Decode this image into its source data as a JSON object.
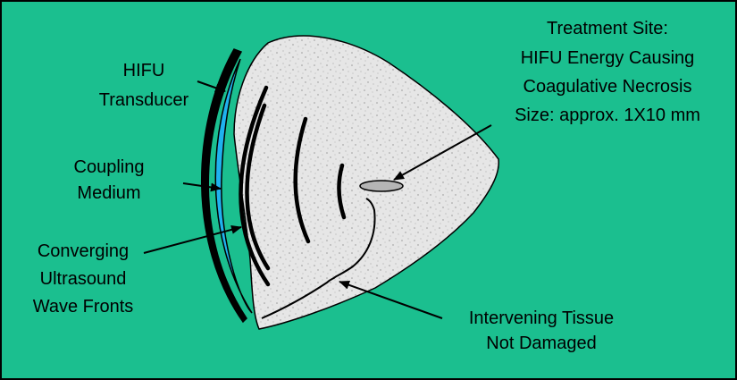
{
  "colors": {
    "background": "#1BBF8F",
    "border": "#000000",
    "tissue": "#E6E6E6",
    "coupling": "#1FB2EE",
    "lesion": "#B5B5B5",
    "wave": "#000000"
  },
  "labels": {
    "transducer": [
      "HIFU",
      "Transducer"
    ],
    "coupling": [
      "Coupling",
      "Medium"
    ],
    "wavefronts": [
      "Converging",
      "Ultrasound",
      "Wave Fronts"
    ],
    "treatment": [
      "Treatment Site:",
      "HIFU Energy Causing",
      "Coagulative Necrosis",
      "Size: approx. 1X10 mm"
    ],
    "intervening": [
      "Intervening Tissue",
      "Not Damaged"
    ]
  },
  "icons": {
    "transducer": "curved-transducer-shape",
    "lesion": "ellipse-lesion",
    "tissue": "speckled-tissue-region"
  }
}
